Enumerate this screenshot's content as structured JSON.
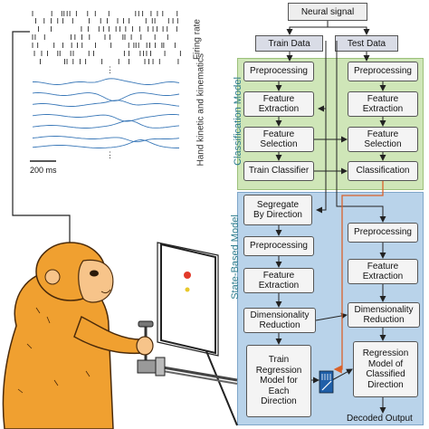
{
  "signal_panel": {
    "firing_rate_label": "Firing rate",
    "kinematics_label": "Hand kinetic and kinematics",
    "scale_label": "200 ms"
  },
  "top": {
    "neural_signal": "Neural signal",
    "train_data": "Train Data",
    "test_data": "Test Data"
  },
  "classification": {
    "title": "Classification Model",
    "color": "#cfe6b8",
    "train": [
      "Preprocessing",
      "Feature\nExtraction",
      "Feature\nSelection",
      "Train Classifier"
    ],
    "test": [
      "Preprocessing",
      "Feature\nExtraction",
      "Feature\nSelection",
      "Classification"
    ]
  },
  "state_based": {
    "title": "State-Based Model",
    "color": "#b9d3ea",
    "left": [
      "Segregate\nBy Direction",
      "Preprocessing",
      "Feature\nExtraction",
      "Dimensionality\nReduction",
      "Train\nRegression\nModel for\nEach\nDirection"
    ],
    "right": [
      "Preprocessing",
      "Feature\nExtraction",
      "Dimensionality\nReduction",
      "Regression\nModel of\nClassified\nDirection"
    ],
    "output": "Decoded Output"
  },
  "colors": {
    "arrow": "#222222",
    "highlight_arrow": "#d9622b",
    "trace": "#3a78b8",
    "monkey_fur": "#f0a030",
    "monkey_face": "#f7c48a",
    "screen_dot_red": "#e23a2a",
    "screen_dot_yellow": "#e8c82a"
  }
}
